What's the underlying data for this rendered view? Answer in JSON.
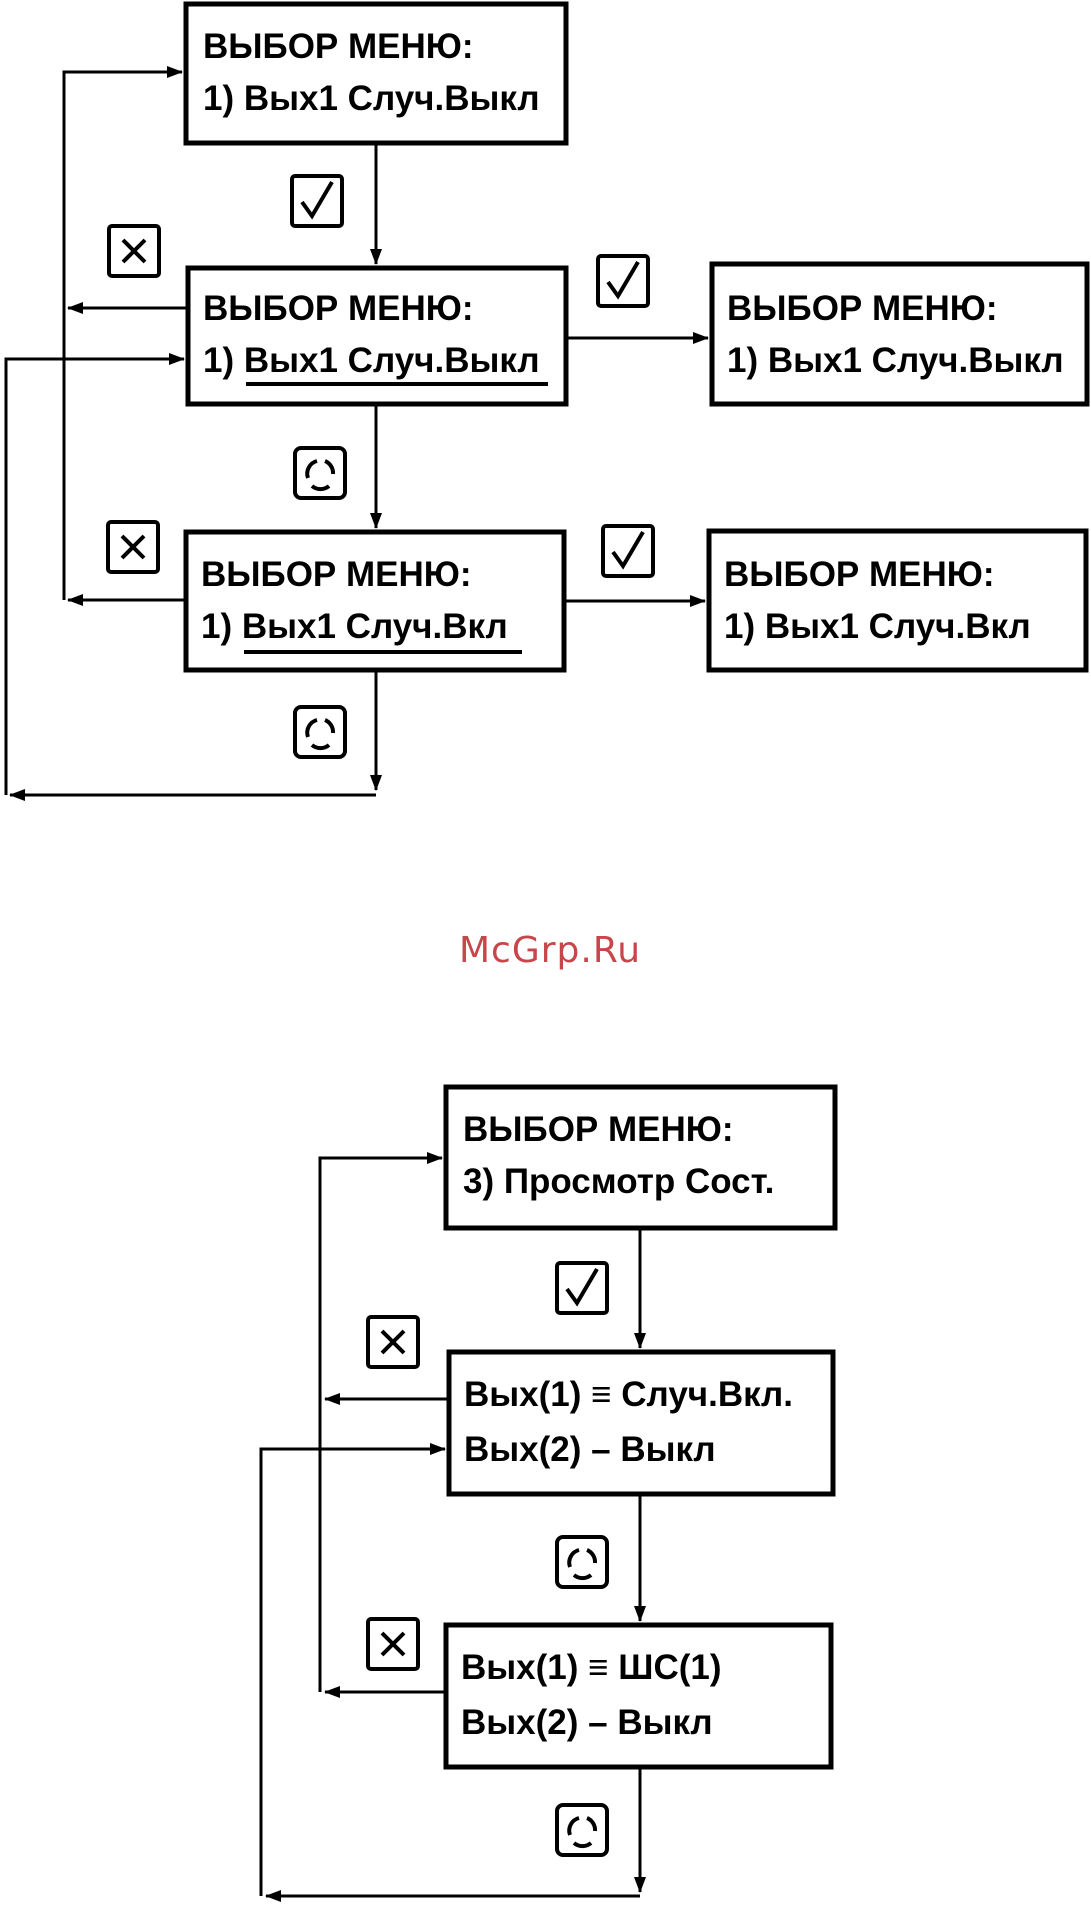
{
  "diagram1": {
    "boxes": [
      {
        "line1": "ВЫБОР МЕНЮ:",
        "line2": "1) Вых1 Случ.Выкл"
      },
      {
        "line1": "ВЫБОР МЕНЮ:",
        "line2": "1) Вых1 Случ.Выкл"
      },
      {
        "line1": "ВЫБОР МЕНЮ:",
        "line2": "1) Вых1 Случ.Выкл"
      },
      {
        "line1": "ВЫБОР МЕНЮ:",
        "line2": "1) Вых1 Случ.Вкл"
      },
      {
        "line1": "ВЫБОР МЕНЮ:",
        "line2": "1) Вых1 Случ.Вкл"
      }
    ]
  },
  "watermark": "McGrp.Ru",
  "diagram2": {
    "boxes": [
      {
        "line1": "ВЫБОР МЕНЮ:",
        "line2": "3) Просмотр Сост."
      },
      {
        "line1": "Вых(1) ≡ Случ.Вкл.",
        "line2": "Вых(2) – Выкл"
      },
      {
        "line1": "Вых(1) ≡ ШС(1)",
        "line2": "Вых(2) – Выкл"
      }
    ]
  },
  "icons": {
    "ok": "check-key-icon",
    "cancel": "cross-key-icon",
    "select": "rotate-key-icon"
  }
}
